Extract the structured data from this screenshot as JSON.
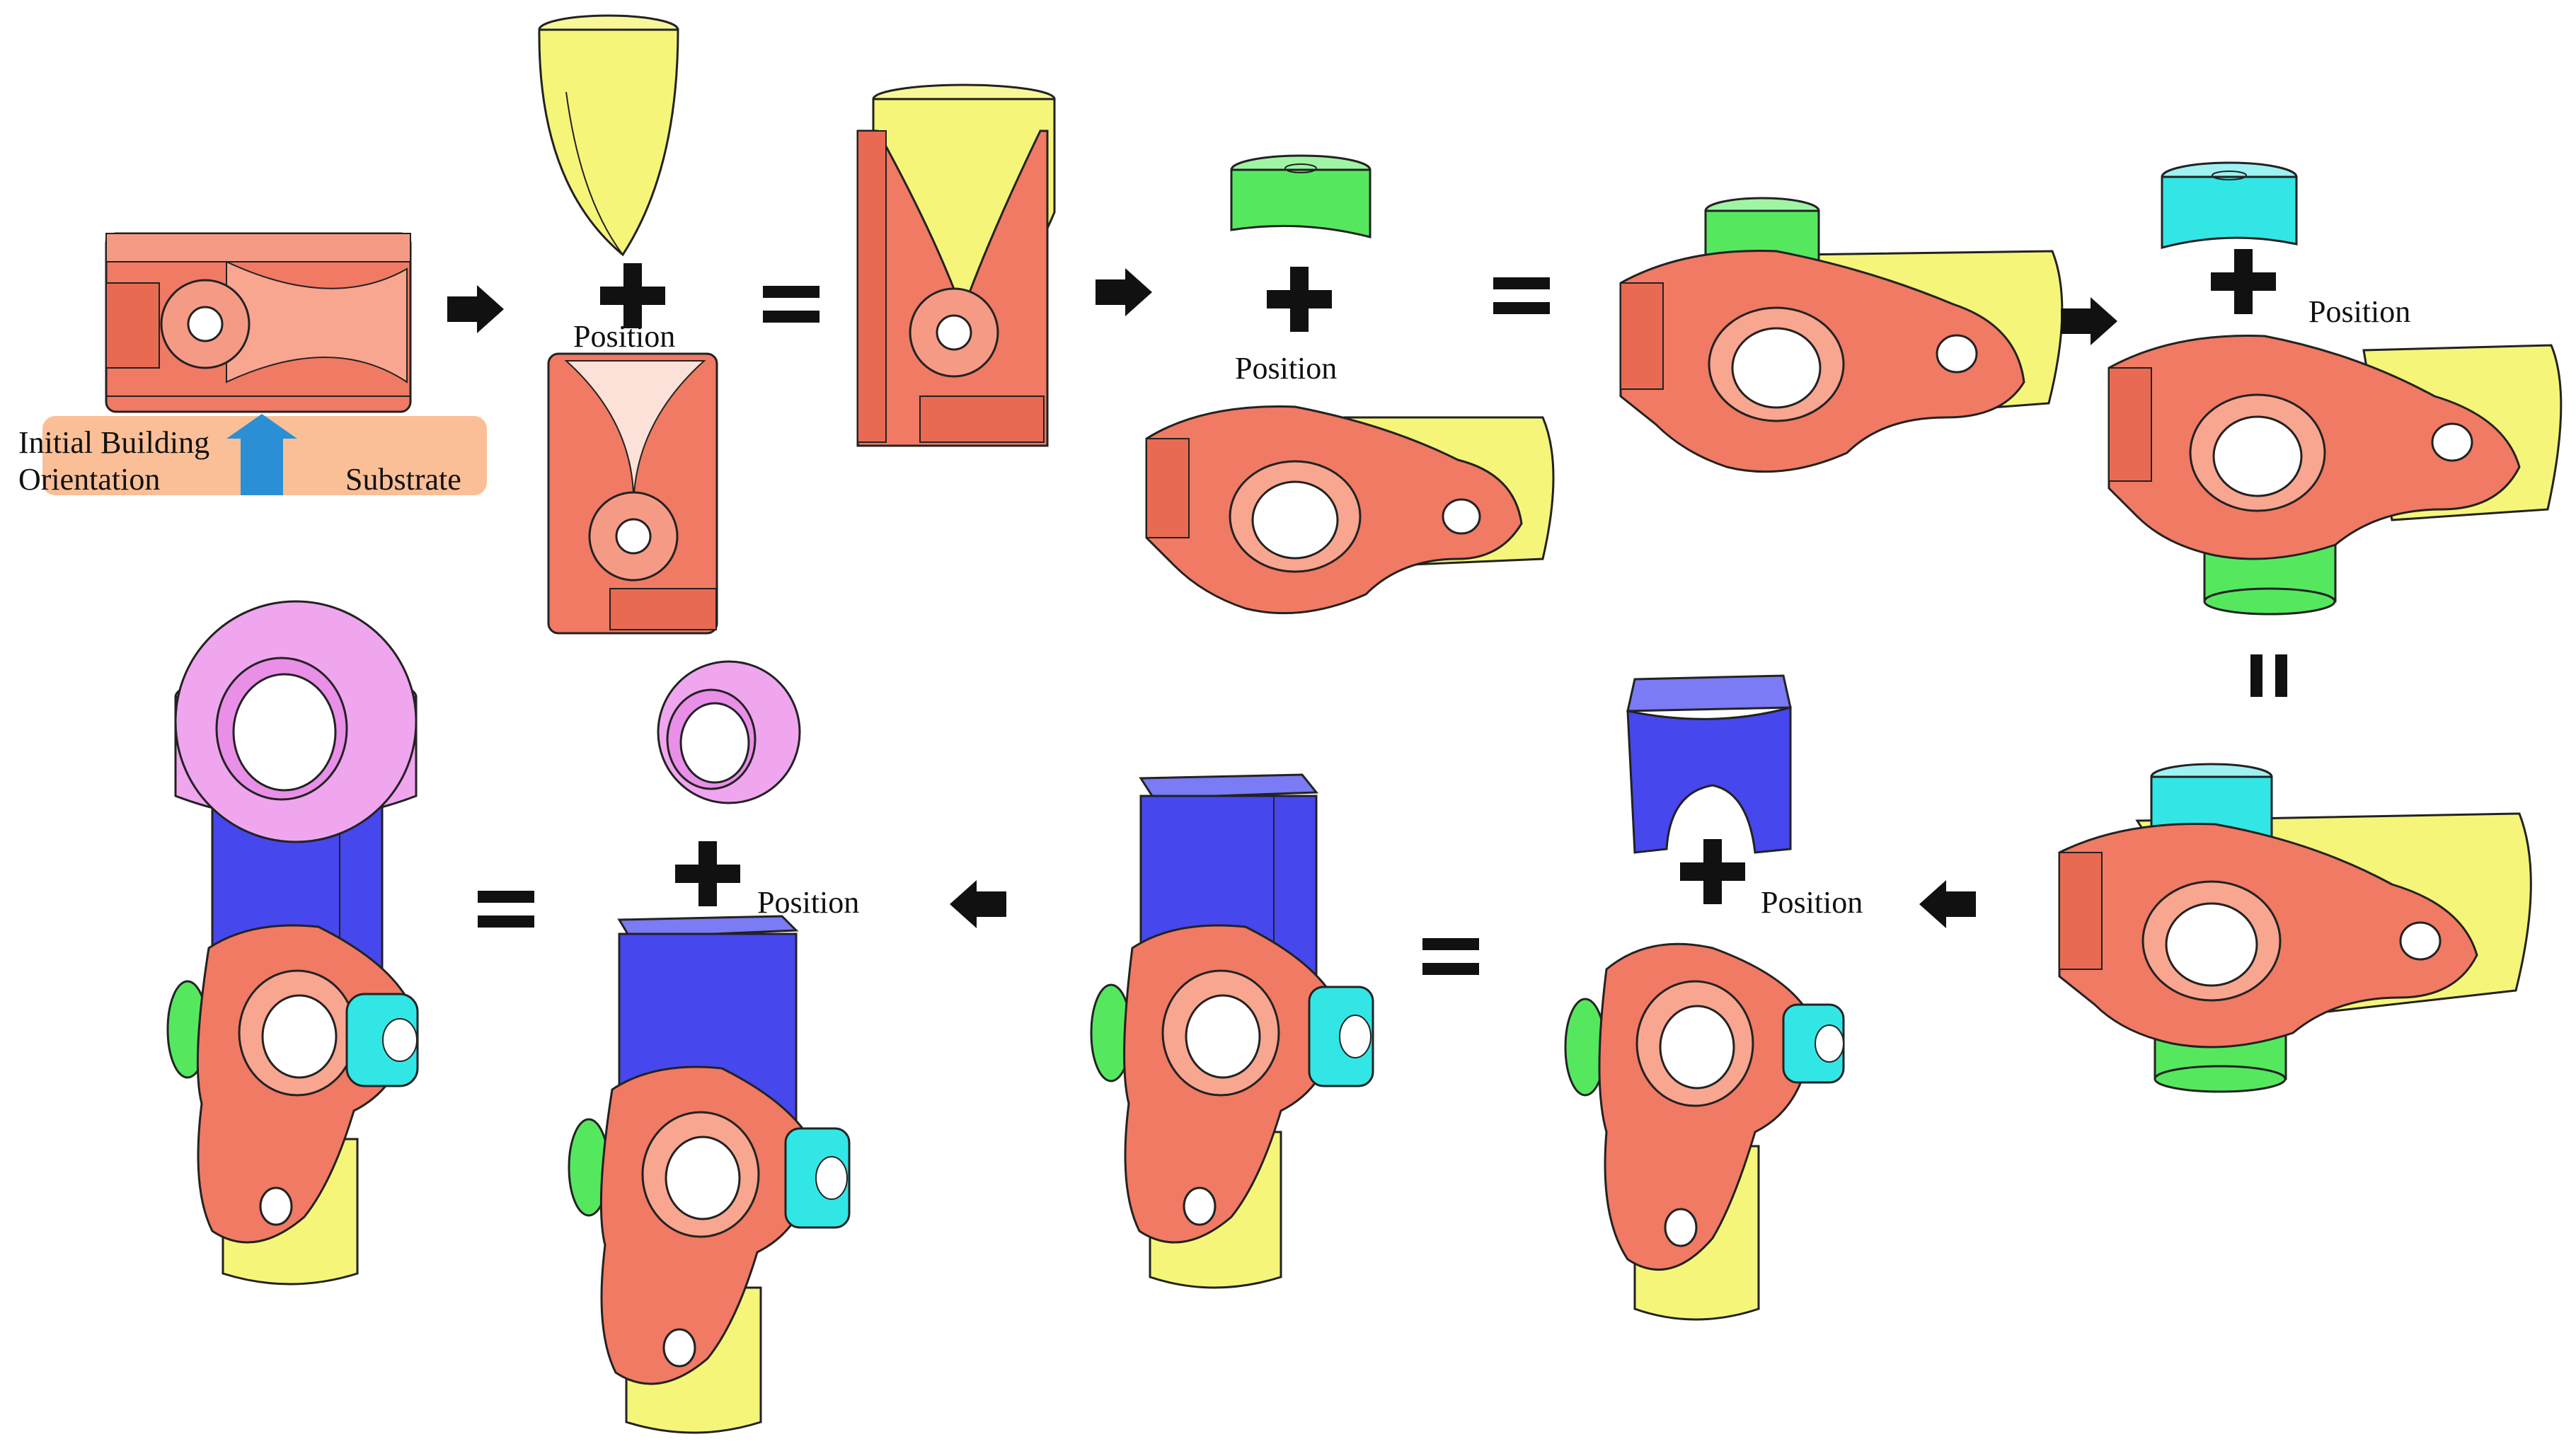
{
  "labels": {
    "position": "Position",
    "initial_building_line1": "Initial Building",
    "initial_building_line2": "Orientation",
    "substrate": "Substrate"
  },
  "colors": {
    "body_red": "#f07a63",
    "body_red_dark": "#d85a45",
    "body_red_light": "#fbb9a8",
    "yellow": "#f5f57a",
    "yellow_dark": "#dede55",
    "green": "#55e85f",
    "cyan": "#33e6e6",
    "blue": "#4747ee",
    "pink": "#f0a6ef",
    "substrate": "#fbbf97",
    "arrow_up": "#2b8fd6",
    "stroke": "#222222"
  },
  "icons": [
    "arrow-right-icon",
    "arrow-left-icon",
    "plus-icon",
    "equals-icon",
    "up-arrow-icon"
  ]
}
